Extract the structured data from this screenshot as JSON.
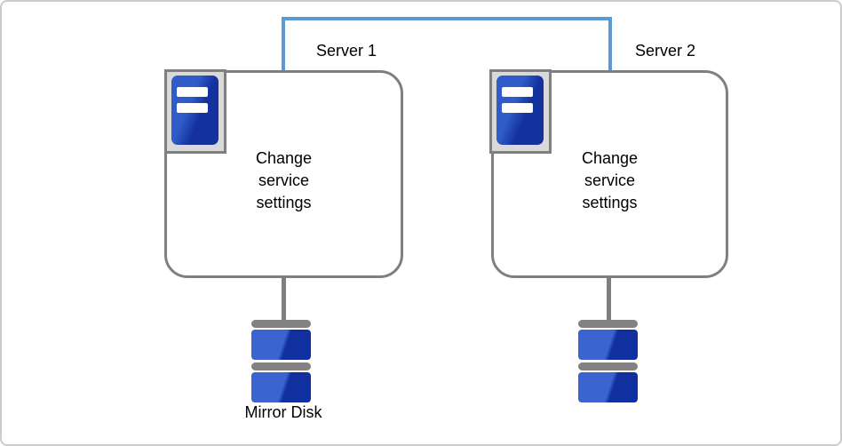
{
  "diagram": {
    "type": "cluster-mirror-disk-diagram",
    "colors": {
      "network_link": "#5b9bd5",
      "outline_gray": "#7f7f7f",
      "icon_panel_gray": "#d9d9d9",
      "device_blue_light": "#3b64d1",
      "device_blue_dark": "#10309f"
    },
    "servers": [
      {
        "label": "Server 1",
        "box_text": "Change\nservice\nsettings",
        "icon": "server-tower-icon"
      },
      {
        "label": "Server 2",
        "box_text": "Change\nservice\nsettings",
        "icon": "server-tower-icon"
      }
    ],
    "shared_disk": {
      "label": "Mirror Disk",
      "icon": "mirror-disk-icon"
    }
  }
}
